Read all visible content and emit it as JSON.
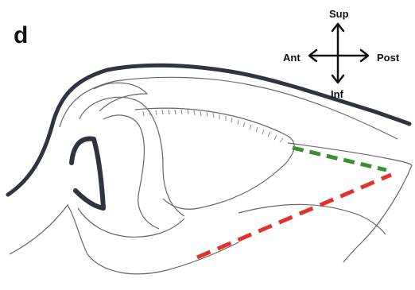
{
  "panel": {
    "letter": "d"
  },
  "orientation": {
    "up": "Sup",
    "down": "Inf",
    "left": "Ant",
    "right": "Post"
  },
  "colors": {
    "outline": "#2e3440",
    "thin_line": "#555555",
    "green_dashed_line": "#3a8f2e",
    "red_dashed_line": "#e0332b",
    "arrow": "#111111"
  }
}
